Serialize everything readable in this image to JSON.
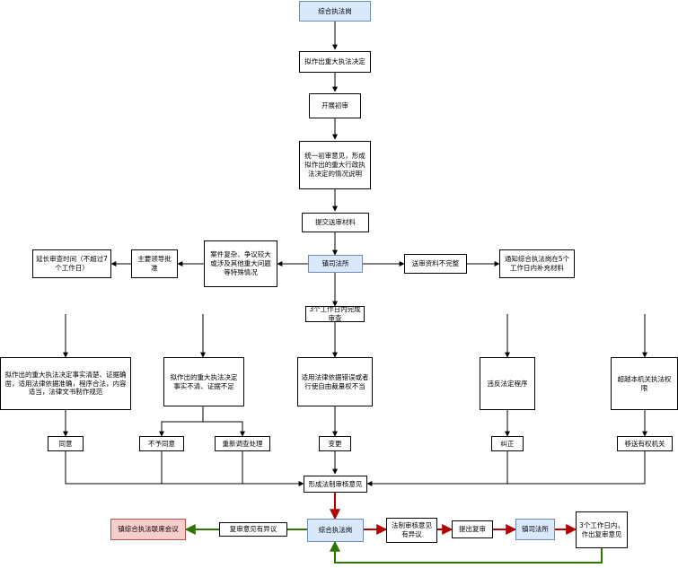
{
  "colors": {
    "blue_fill": "#dae8fc",
    "blue_stroke": "#6c8ebf",
    "red_fill": "#f8cecc",
    "red_stroke": "#b85450",
    "red_arrow": "#b20000",
    "green_arrow": "#2d7600",
    "black": "#000000"
  },
  "nodes": {
    "top": "综合执法岗",
    "propose": "拟作出重大执法决定",
    "initial_review": "开展初审",
    "unify": "统一初审意见，形成拟作出的重大行政执法决定的情况说明",
    "submit": "提交送审材料",
    "judicial": "镇司法所",
    "complex": "案件复杂、争议较大或涉及其他重大问题等特殊情况",
    "leader": "主要领导批准",
    "extend": "延长审查时间（不超过7个工作日）",
    "incomplete": "送审资料不完整",
    "notify": "通知综合执法岗在5个工作日内补充材料",
    "three_days": "3个工作日内完成审查",
    "case_a": "拟作出的重大执法决定事实清楚、证据确凿，适用法律依据准确，程序合法，内容适当，法律文书制作规范",
    "case_b": "拟作出的重大执法决定事实不清、证据不足",
    "case_c": "适用法律依据错误或者行使自由裁量权不当",
    "case_d": "违反法定程序",
    "case_e": "超越本机关执法权限",
    "agree": "同意",
    "disagree": "不予同意",
    "reinvestigate": "重新调查处理",
    "change": "变更",
    "correct": "纠正",
    "transfer": "移送有权机关",
    "opinion": "形成法制审核意见",
    "joint_meeting": "镇综合执法联席会议",
    "review_objection": "复审意见有异议",
    "bottom_post": "综合执法岗",
    "objection": "法制审核意见有异议",
    "request_review": "提出复审",
    "bottom_judicial": "镇司法所",
    "re_review": "3个工作日内，作出复审意见"
  }
}
